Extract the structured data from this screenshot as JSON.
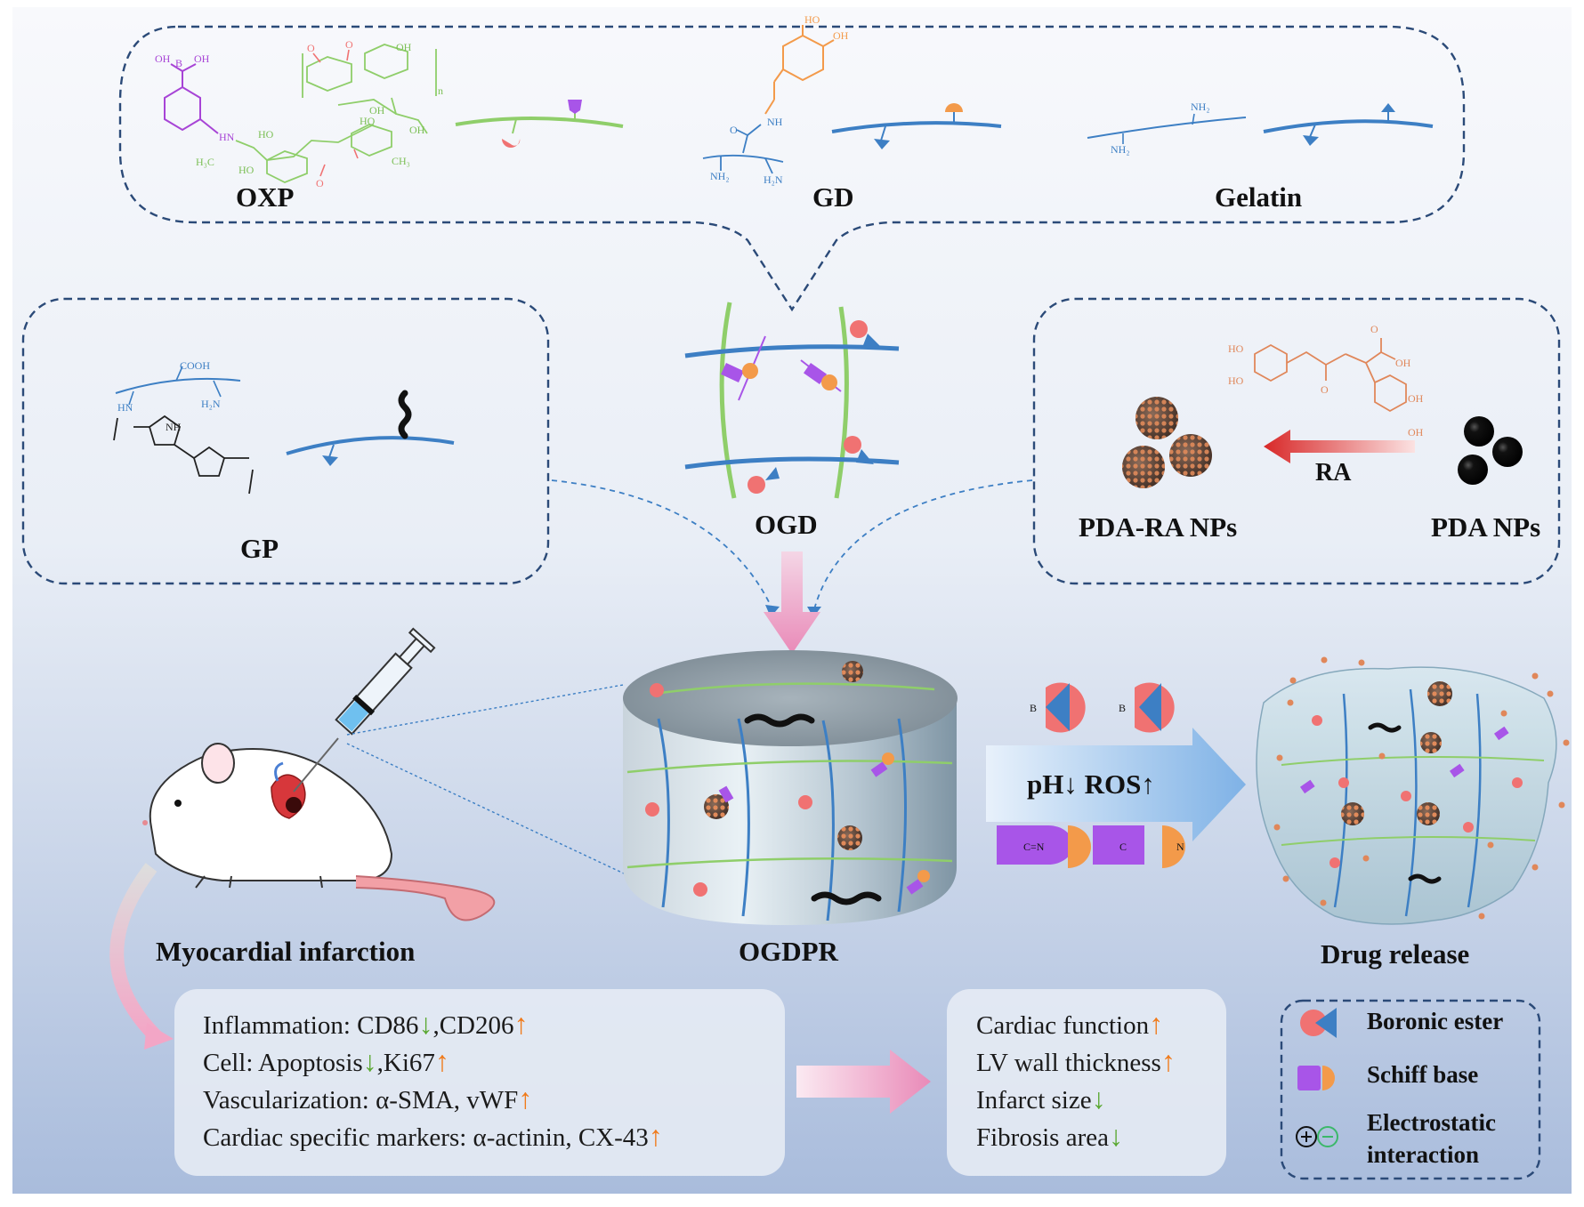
{
  "colors": {
    "green_chain": "#8fce6a",
    "blue_chain": "#3d7fc4",
    "pink_group": "#f07272",
    "purple_group": "#a855e8",
    "orange_group": "#f39a4a",
    "arrow_up": "#f07a1a",
    "arrow_down": "#5aa832",
    "dashed_border": "#2b4a78"
  },
  "top_components": {
    "oxp": {
      "label": "OXP"
    },
    "gd": {
      "label": "GD"
    },
    "gelatin": {
      "label": "Gelatin"
    }
  },
  "middle": {
    "gp": {
      "label": "GP",
      "chem_cooh": "COOH",
      "chem_hn": "HN",
      "chem_nh": "NH",
      "chem_h2n": "H₂N"
    },
    "ogd": {
      "label": "OGD"
    },
    "pda": {
      "pda_ra_label": "PDA-RA NPs",
      "pda_label": "PDA NPs",
      "ra_label": "RA"
    }
  },
  "bottom": {
    "mouse_label": "Myocardial infarction",
    "ogdpr_label": "OGDPR",
    "release_label": "Drug release",
    "stimulus": "pH↓ ROS↑"
  },
  "outcomes_left": {
    "lines": [
      {
        "text": "Inflammation: CD86",
        "a1": "↓",
        "mid": ",CD206",
        "a2": "↑"
      },
      {
        "text": "Cell: Apoptosis",
        "a1": "↓",
        "mid": ",Ki67",
        "a2": "↑"
      },
      {
        "text": "Vascularization: α-SMA, vWF",
        "a1": "",
        "mid": "",
        "a2": "↑"
      },
      {
        "text": "Cardiac specific markers: α-actinin, CX-43",
        "a1": "",
        "mid": "",
        "a2": "↑"
      }
    ]
  },
  "outcomes_right": {
    "lines": [
      {
        "text": "Cardiac function",
        "arrow": "↑"
      },
      {
        "text": "LV wall thickness",
        "arrow": "↑"
      },
      {
        "text": "Infarct size",
        "arrow": "↓"
      },
      {
        "text": "Fibrosis area",
        "arrow": "↓"
      }
    ]
  },
  "legend": {
    "boronic": "Boronic ester",
    "schiff": "Schiff base",
    "electro_1": "Electrostatic",
    "electro_2": "interaction"
  }
}
